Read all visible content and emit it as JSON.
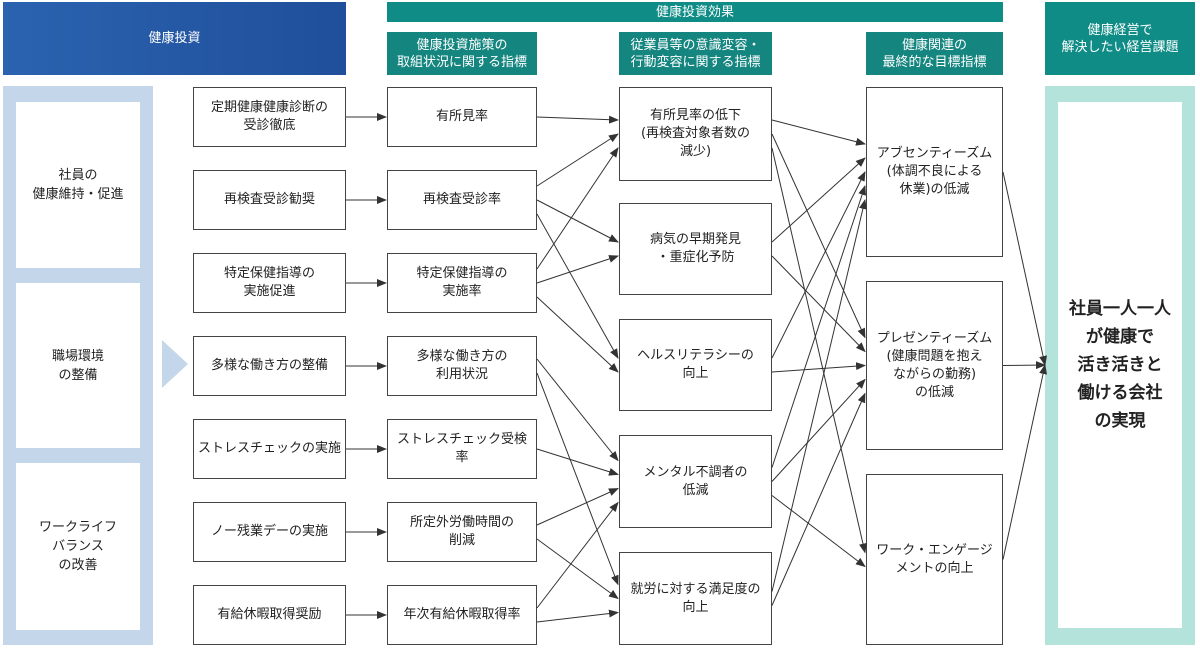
{
  "headers": {
    "investment": "健康投資",
    "effect": "健康投資効果",
    "goal": "健康経営で\n解決したい経営課題",
    "sub1": "健康投資施策の\n取組状況に関する指標",
    "sub2": "従業員等の意識変容・\n行動変容に関する指標",
    "sub3": "健康関連の\n最終的な目標指標"
  },
  "categories": [
    {
      "id": "cat-health",
      "label": "社員の\n健康維持・促進"
    },
    {
      "id": "cat-workplace",
      "label": "職場環境\nの整備"
    },
    {
      "id": "cat-worklife",
      "label": "ワークライフ\nバランス\nの改善"
    }
  ],
  "measures": [
    {
      "id": "m1",
      "label": "定期健康健康診断の\n受診徹底"
    },
    {
      "id": "m2",
      "label": "再検査受診勧奨"
    },
    {
      "id": "m3",
      "label": "特定保健指導の\n実施促進"
    },
    {
      "id": "m4",
      "label": "多様な働き方の整備"
    },
    {
      "id": "m5",
      "label": "ストレスチェックの実施"
    },
    {
      "id": "m6",
      "label": "ノー残業デーの実施"
    },
    {
      "id": "m7",
      "label": "有給休暇取得奨励"
    }
  ],
  "indicators": [
    {
      "id": "i1",
      "label": "有所見率"
    },
    {
      "id": "i2",
      "label": "再検査受診率"
    },
    {
      "id": "i3",
      "label": "特定保健指導の\n実施率"
    },
    {
      "id": "i4",
      "label": "多様な働き方の\n利用状況"
    },
    {
      "id": "i5",
      "label": "ストレスチェック受検率"
    },
    {
      "id": "i6",
      "label": "所定外労働時間の\n削減"
    },
    {
      "id": "i7",
      "label": "年次有給休暇取得率"
    }
  ],
  "changes": [
    {
      "id": "c1",
      "label": "有所見率の低下\n(再検査対象者数の\n減少)"
    },
    {
      "id": "c2",
      "label": "病気の早期発見\n・重症化予防"
    },
    {
      "id": "c3",
      "label": "ヘルスリテラシーの\n向上"
    },
    {
      "id": "c4",
      "label": "メンタル不調者の\n低減"
    },
    {
      "id": "c5",
      "label": "就労に対する満足度の\n向上"
    }
  ],
  "targets": [
    {
      "id": "t1",
      "label": "アブセンティーズム\n(体調不良による\n休業)の低減"
    },
    {
      "id": "t2",
      "label": "プレゼンティーズム\n(健康問題を抱え\nながらの勤務)\nの低減"
    },
    {
      "id": "t3",
      "label": "ワーク・エンゲージ\nメントの向上"
    }
  ],
  "goal": {
    "label": "社員一人一人\nが健康で\n活き活きと\n働ける会社\nの実現"
  },
  "links": [
    [
      "m1",
      "i1"
    ],
    [
      "m2",
      "i2"
    ],
    [
      "m3",
      "i3"
    ],
    [
      "m4",
      "i4"
    ],
    [
      "m5",
      "i5"
    ],
    [
      "m6",
      "i6"
    ],
    [
      "m7",
      "i7"
    ],
    [
      "i1",
      "c1"
    ],
    [
      "i2",
      "c1"
    ],
    [
      "i2",
      "c2"
    ],
    [
      "i2",
      "c3"
    ],
    [
      "i3",
      "c1"
    ],
    [
      "i3",
      "c2"
    ],
    [
      "i3",
      "c3"
    ],
    [
      "i4",
      "c4"
    ],
    [
      "i4",
      "c5"
    ],
    [
      "i5",
      "c4"
    ],
    [
      "i6",
      "c4"
    ],
    [
      "i6",
      "c5"
    ],
    [
      "i7",
      "c4"
    ],
    [
      "i7",
      "c5"
    ],
    [
      "c1",
      "t1"
    ],
    [
      "c1",
      "t2"
    ],
    [
      "c1",
      "t3"
    ],
    [
      "c2",
      "t1"
    ],
    [
      "c2",
      "t2"
    ],
    [
      "c3",
      "t1"
    ],
    [
      "c3",
      "t2"
    ],
    [
      "c4",
      "t1"
    ],
    [
      "c4",
      "t2"
    ],
    [
      "c4",
      "t3"
    ],
    [
      "c5",
      "t1"
    ],
    [
      "c5",
      "t2"
    ],
    [
      "t1",
      "goal"
    ],
    [
      "t2",
      "goal"
    ],
    [
      "t3",
      "goal"
    ]
  ],
  "colors": {
    "header_blue": "#2b63b0",
    "header_teal": "#0f8c86",
    "sub_header": "#15857f",
    "panel_blue": "#c3d6ea",
    "panel_teal": "#b4e3dc",
    "line": "#333333"
  }
}
